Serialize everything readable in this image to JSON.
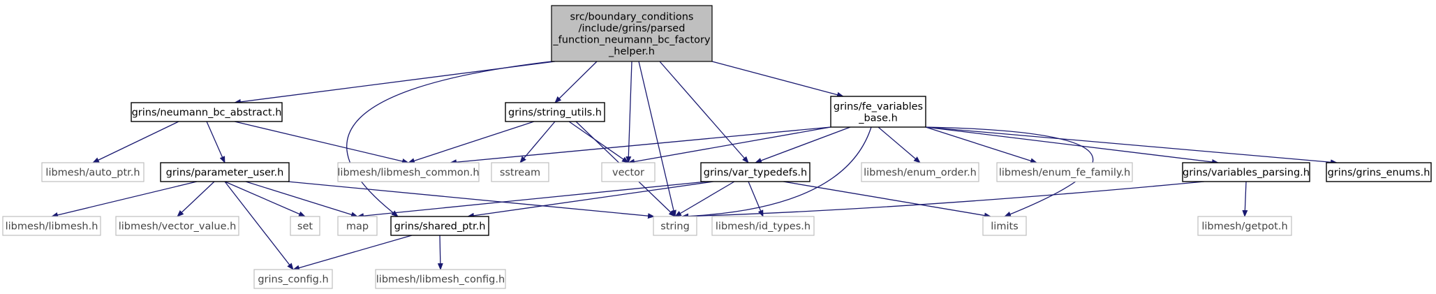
{
  "diagram": {
    "edge_color": "#191970",
    "nodes": {
      "main": "src/boundary_conditions\n/include/grins/parsed\n_function_neumann_bc_factory\n_helper.h",
      "neumann_bc_abstract": "grins/neumann_bc_abstract.h",
      "string_utils": "grins/string_utils.h",
      "fe_variables_base": "grins/fe_variables\n_base.h",
      "auto_ptr": "libmesh/auto_ptr.h",
      "parameter_user": "grins/parameter_user.h",
      "libmesh_common": "libmesh/libmesh_common.h",
      "sstream": "sstream",
      "vector": "vector",
      "var_typedefs": "grins/var_typedefs.h",
      "enum_order": "libmesh/enum_order.h",
      "enum_fe_family": "libmesh/enum_fe_family.h",
      "variables_parsing": "grins/variables_parsing.h",
      "grins_enums": "grins/grins_enums.h",
      "libmesh": "libmesh/libmesh.h",
      "vector_value": "libmesh/vector_value.h",
      "set": "set",
      "map": "map",
      "shared_ptr": "grins/shared_ptr.h",
      "string": "string",
      "id_types": "libmesh/id_types.h",
      "limits": "limits",
      "getpot": "libmesh/getpot.h",
      "grins_config": "grins_config.h",
      "libmesh_config": "libmesh/libmesh_config.h"
    }
  }
}
